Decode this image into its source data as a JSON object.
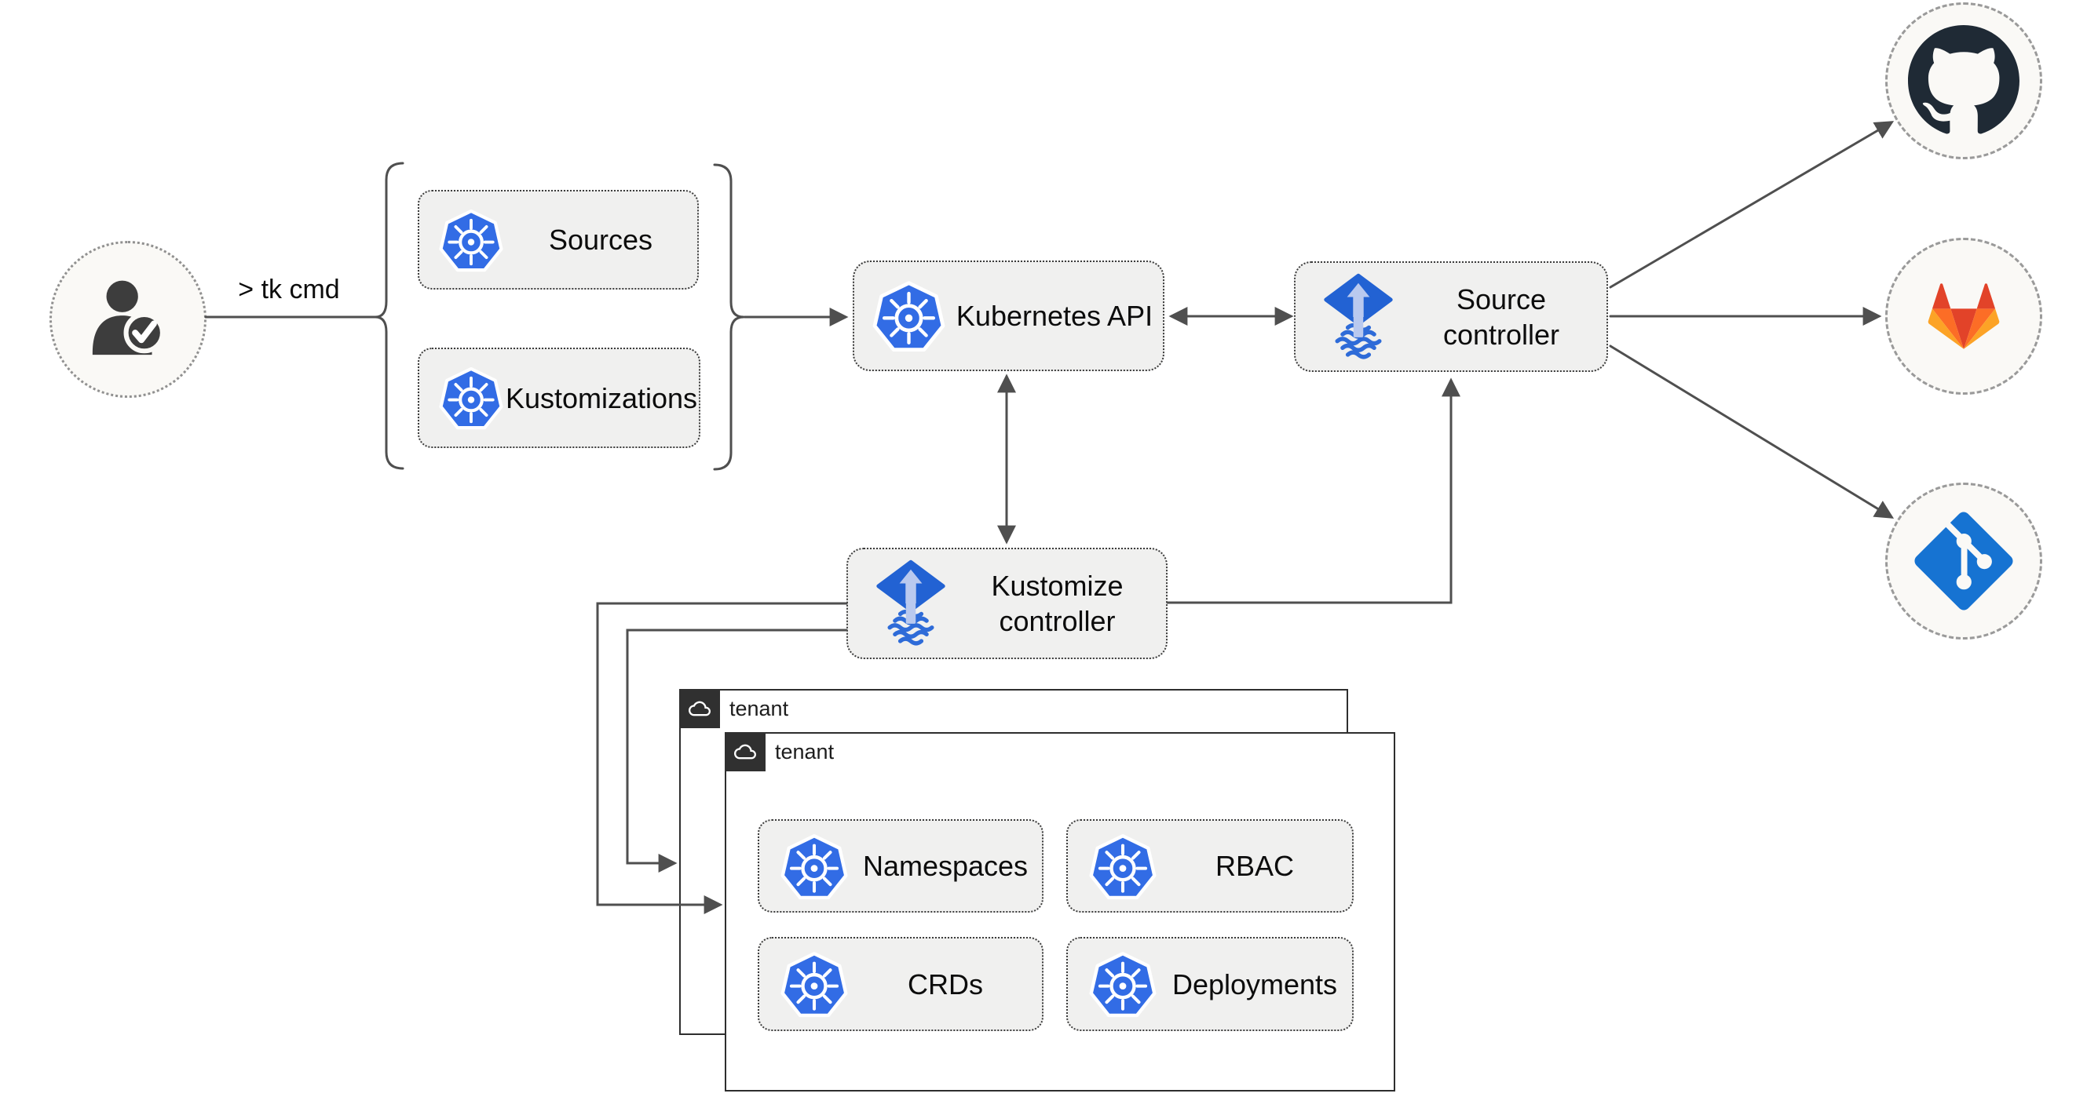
{
  "user": {
    "command": "> tk cmd"
  },
  "group": {
    "items": [
      {
        "label": "Sources"
      },
      {
        "label": "Kustomizations"
      }
    ]
  },
  "nodes": {
    "kubernetes_api": {
      "label": "Kubernetes API"
    },
    "source_controller": {
      "label": "Source controller"
    },
    "kustomize_controller": {
      "label": "Kustomize controller"
    }
  },
  "tenants": {
    "back": {
      "label": "tenant"
    },
    "front": {
      "label": "tenant"
    }
  },
  "resources": [
    {
      "label": "Namespaces"
    },
    {
      "label": "RBAC"
    },
    {
      "label": "CRDs"
    },
    {
      "label": "Deployments"
    }
  ],
  "providers": [
    {
      "icon": "github-icon"
    },
    {
      "icon": "gitlab-icon"
    },
    {
      "icon": "git-icon"
    }
  ],
  "colors": {
    "line_gray": "#4f4f4f",
    "node_fill": "#f0f0ef",
    "node_border": "#3c3c3c",
    "kubernetes_blue": "#326ce5",
    "flux_diamond": "#2262d3",
    "flux_arrow": "#b9c9ef",
    "flux_waves": "#2e6bd8",
    "github_dark": "#1f2a35",
    "gitlab_red": "#e24329",
    "gitlab_orange": "#fc6d26",
    "gitlab_light_orange": "#fca326",
    "git_blue": "#1673d2",
    "tenant_tab": "#303030",
    "tenant_border": "#2e2e2e",
    "circle_fill": "#faf9f6"
  }
}
